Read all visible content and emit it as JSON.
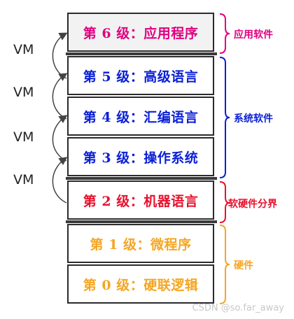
{
  "layers": [
    {
      "label": "第 6 级：应用程序",
      "color": "#e0007f"
    },
    {
      "label": "第 5 级：高级语言",
      "color": "#0a1fd6"
    },
    {
      "label": "第 4 级：汇编语言",
      "color": "#0a1fd6"
    },
    {
      "label": "第 3 级：操作系统",
      "color": "#0a1fd6"
    },
    {
      "label": "第 2 级：机器语言",
      "color": "#e8102c"
    },
    {
      "label": "第 1 级：微程序",
      "color": "#f5a623"
    },
    {
      "label": "第 0 级：硬联逻辑",
      "color": "#f5a623"
    }
  ],
  "vm_labels": [
    "VM",
    "VM",
    "VM",
    "VM"
  ],
  "braces": [
    {
      "label": "应用软件",
      "color": "#e0007f"
    },
    {
      "label": "系统软件",
      "color": "#0a1fd6"
    },
    {
      "label": "软硬件分界",
      "color": "#e8102c"
    },
    {
      "label": "硬件",
      "color": "#f5a623"
    }
  ],
  "watermark": "CSDN @so.far_away",
  "colors": {
    "border": "#2b2b2b",
    "arrow": "#444444"
  }
}
